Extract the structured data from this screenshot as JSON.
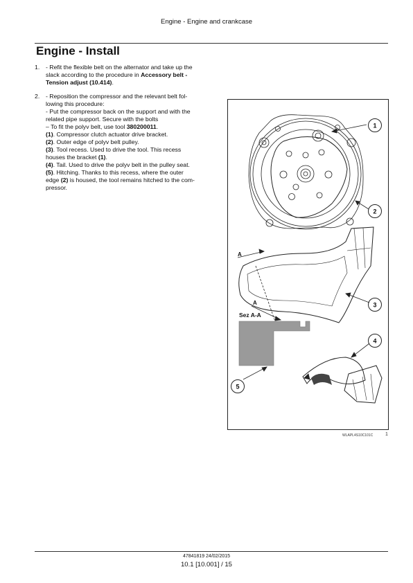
{
  "header": {
    "text": "Engine - Engine and crankcase"
  },
  "title": "Engine - Install",
  "steps": [
    {
      "num": "1.",
      "lines": [
        {
          "parts": [
            {
              "t": "- Refit the flexible belt on the alternator and take up the"
            }
          ]
        },
        {
          "parts": [
            {
              "t": "slack according to the procedure in "
            },
            {
              "t": "Accessory belt -",
              "b": true
            }
          ]
        },
        {
          "parts": [
            {
              "t": "Tension adjust (10.414)",
              "b": true
            },
            {
              "t": "."
            }
          ]
        }
      ]
    },
    {
      "num": "2.",
      "lines": [
        {
          "parts": [
            {
              "t": "- Reposition the compressor and the relevant belt fol-"
            }
          ]
        },
        {
          "parts": [
            {
              "t": "lowing this procedure:"
            }
          ]
        },
        {
          "parts": [
            {
              "t": "- Put the compressor back on the support and with the"
            }
          ]
        },
        {
          "parts": [
            {
              "t": "related pipe support. Secure with the bolts"
            }
          ]
        },
        {
          "parts": [
            {
              "t": "– To fit the polyv belt, use tool "
            },
            {
              "t": "380200011",
              "b": true
            },
            {
              "t": "."
            }
          ]
        },
        {
          "parts": [
            {
              "t": "(1)",
              "b": true
            },
            {
              "t": ". Compressor clutch actuator drive bracket."
            }
          ]
        },
        {
          "parts": [
            {
              "t": "(2)",
              "b": true
            },
            {
              "t": ". Outer edge of polyv belt pulley."
            }
          ]
        },
        {
          "parts": [
            {
              "t": "(3)",
              "b": true
            },
            {
              "t": ".  Tool recess.  Used to drive the tool.  This recess"
            }
          ]
        },
        {
          "parts": [
            {
              "t": "houses the bracket "
            },
            {
              "t": "(1)",
              "b": true
            },
            {
              "t": "."
            }
          ]
        },
        {
          "parts": [
            {
              "t": "(4)",
              "b": true
            },
            {
              "t": ". Tail. Used to drive the polyv belt in the pulley seat."
            }
          ]
        },
        {
          "parts": [
            {
              "t": "(5)",
              "b": true
            },
            {
              "t": ".  Hitching.  Thanks to this recess, where the outer"
            }
          ]
        },
        {
          "parts": [
            {
              "t": "edge "
            },
            {
              "t": "(2)",
              "b": true
            },
            {
              "t": " is housed, the tool remains hitched to the com-"
            }
          ]
        },
        {
          "parts": [
            {
              "t": "pressor."
            }
          ]
        }
      ]
    }
  ],
  "figure": {
    "callouts": [
      "1",
      "2",
      "3",
      "4",
      "5"
    ],
    "section_label_a_top": "A",
    "section_label_a_bottom": "A",
    "section_title": "Sez A-A",
    "code": "WLAPL4S10C101C",
    "number": "1",
    "colors": {
      "section_fill": "#9a9a9a",
      "line": "#222222"
    }
  },
  "footer": {
    "doc": "47841819 24/02/2015",
    "page": "10.1 [10.001] / 15"
  }
}
